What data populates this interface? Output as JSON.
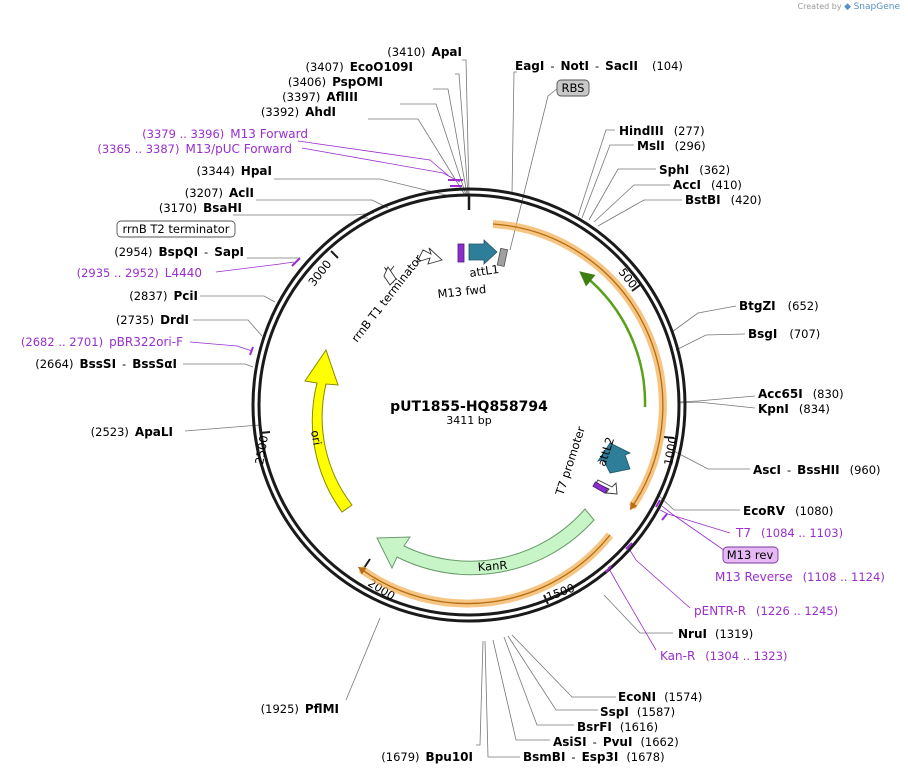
{
  "credit": {
    "prefix": "Created by",
    "brand": "SnapGene"
  },
  "plasmid": {
    "name": "pUT1855-HQ858794",
    "length": "3411 bp"
  },
  "ticks": [
    "500",
    "1000",
    "1500",
    "2000",
    "2500",
    "3000"
  ],
  "enzymes": {
    "apai": {
      "name": "ApaI",
      "pos": "(3410)"
    },
    "ecoo109i": {
      "name": "EcoO109I",
      "pos": "(3407)"
    },
    "pspomi": {
      "name": "PspOMI",
      "pos": "(3406)"
    },
    "aflIII": {
      "name": "AflIII",
      "pos": "(3397)"
    },
    "ahdi": {
      "name": "AhdI",
      "pos": "(3392)"
    },
    "hpai": {
      "name": "HpaI",
      "pos": "(3344)"
    },
    "acli": {
      "name": "AclI",
      "pos": "(3207)"
    },
    "bsahi": {
      "name": "BsaHI",
      "pos": "(3170)"
    },
    "bspqi": {
      "name": "BspQI",
      "sep": "-",
      "name2": "SapI",
      "pos": "(2954)"
    },
    "pcii": {
      "name": "PciI",
      "pos": "(2837)"
    },
    "drdi": {
      "name": "DrdI",
      "pos": "(2735)"
    },
    "bsssi": {
      "name": "BssSI",
      "sep": "-",
      "name2": "BssSαI",
      "pos": "(2664)"
    },
    "apali": {
      "name": "ApaLI",
      "pos": "(2523)"
    },
    "pfIMI": {
      "name": "PflMI",
      "pos": "(1925)"
    },
    "bpu10i": {
      "name": "Bpu10I",
      "pos": "(1679)"
    },
    "bsmbi": {
      "name": "BsmBI",
      "sep": "-",
      "name2": "Esp3I",
      "pos": "(1678)"
    },
    "asisi": {
      "name": "AsiSI",
      "sep": "-",
      "name2": "PvuI",
      "pos": "(1662)"
    },
    "bsrfi": {
      "name": "BsrFI",
      "pos": "(1616)"
    },
    "sspi": {
      "name": "SspI",
      "pos": "(1587)"
    },
    "econi": {
      "name": "EcoNI",
      "pos": "(1574)"
    },
    "nrui": {
      "name": "NruI",
      "pos": "(1319)"
    },
    "ecorv": {
      "name": "EcoRV",
      "pos": "(1080)"
    },
    "asci": {
      "name": "AscI",
      "sep": "-",
      "name2": "BssHII",
      "pos": "(960)"
    },
    "acc65i": {
      "name": "Acc65I",
      "pos": "(830)"
    },
    "kpni": {
      "name": "KpnI",
      "pos": "(834)"
    },
    "bsgi": {
      "name": "BsgI",
      "pos": "(707)"
    },
    "btgzi": {
      "name": "BtgZI",
      "pos": "(652)"
    },
    "bstbi": {
      "name": "BstBI",
      "pos": "(420)"
    },
    "acci": {
      "name": "AccI",
      "pos": "(410)"
    },
    "sphi": {
      "name": "SphI",
      "pos": "(362)"
    },
    "msli": {
      "name": "MslI",
      "pos": "(296)"
    },
    "hindiii": {
      "name": "HindIII",
      "pos": "(277)"
    },
    "eagi": {
      "name": "EagI",
      "sep1": "-",
      "name2": "NotI",
      "sep2": "-",
      "name3": "SacII",
      "pos": "(104)"
    }
  },
  "primers": {
    "m13fwd": {
      "range": "(3379 .. 3396)",
      "name": "M13 Forward"
    },
    "m13puc": {
      "range": "(3365 .. 3387)",
      "name": "M13/pUC Forward"
    },
    "l4440": {
      "range": "(2935 .. 2952)",
      "name": "L4440"
    },
    "pbr322": {
      "range": "(2682 .. 2701)",
      "name": "pBR322ori-F"
    },
    "t7": {
      "name": "T7",
      "range": "(1084 .. 1103)"
    },
    "m13rev": {
      "name": "M13 Reverse",
      "range": "(1108 .. 1124)"
    },
    "pentr": {
      "name": "pENTR-R",
      "range": "(1226 .. 1245)"
    },
    "kanr": {
      "name": "Kan-R",
      "range": "(1304 .. 1323)"
    }
  },
  "boxes": {
    "rbs": "RBS",
    "rrnb_t2": "rrnB T2 terminator",
    "m13_rev": "M13 rev"
  },
  "features": {
    "attl1": "attL1",
    "m13_fwd": "M13 fwd",
    "rrnb_t1": "rrnB T1 terminator",
    "t7_promoter": "T7 promoter",
    "attl2": "attL2",
    "ori": "ori",
    "kanr": "KanR"
  },
  "colors": {
    "backbone": "#1a1a1a",
    "ori": "#ffff00",
    "kanr": "#c8f5c8",
    "att": "#2e7d99",
    "primer": "#9a2ecf",
    "orange_band": "#f3b25a",
    "green_arc": "#5aa018",
    "rbs_box": "#c8c8c8",
    "m13rev_box": "#e6b8f5"
  }
}
